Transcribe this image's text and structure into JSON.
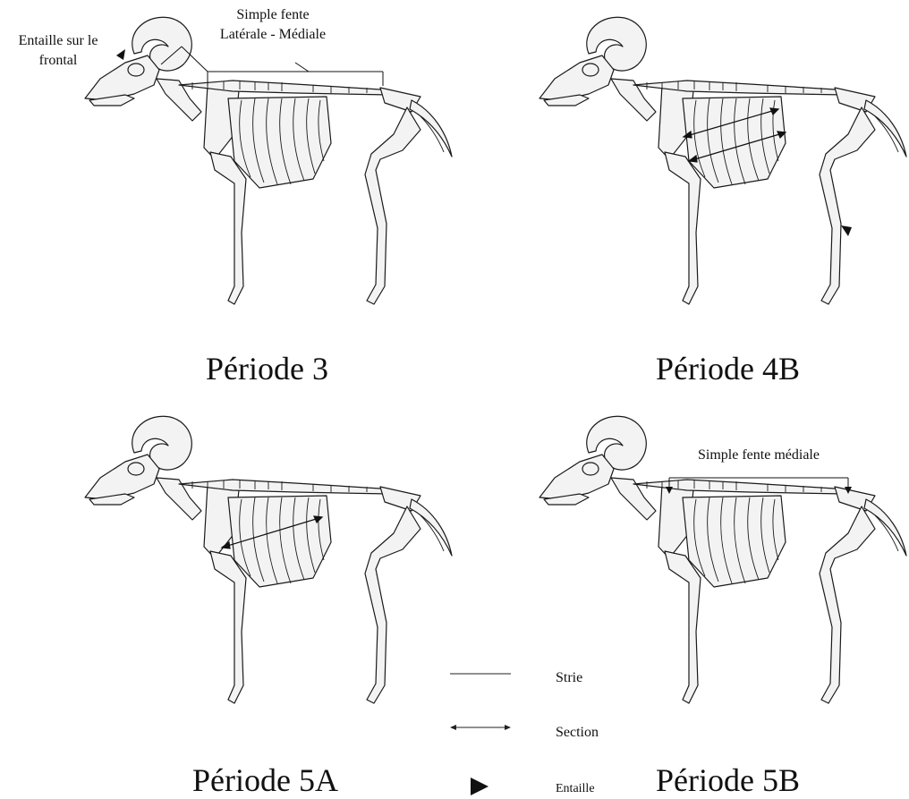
{
  "panels": [
    {
      "title": "Période 3",
      "annotations": {
        "notch": "Entaille sur le frontal",
        "notch_line1": "Entaille sur le",
        "notch_line2": "frontal",
        "split_line1": "Simple fente",
        "split_line2": "Latérale - Médiale"
      }
    },
    {
      "title": "Période 4B"
    },
    {
      "title": "Période 5A"
    },
    {
      "title": "Période 5B",
      "annotations": {
        "split": "Simple fente médiale"
      }
    }
  ],
  "legend": {
    "items": [
      {
        "symbol": "line",
        "label": "Strie"
      },
      {
        "symbol": "double-arrow",
        "label": "Section"
      },
      {
        "symbol": "triangle",
        "label": "Entaille"
      }
    ]
  },
  "colors": {
    "bone_fill": "#f3f3f3",
    "line": "#1a1a1a"
  }
}
